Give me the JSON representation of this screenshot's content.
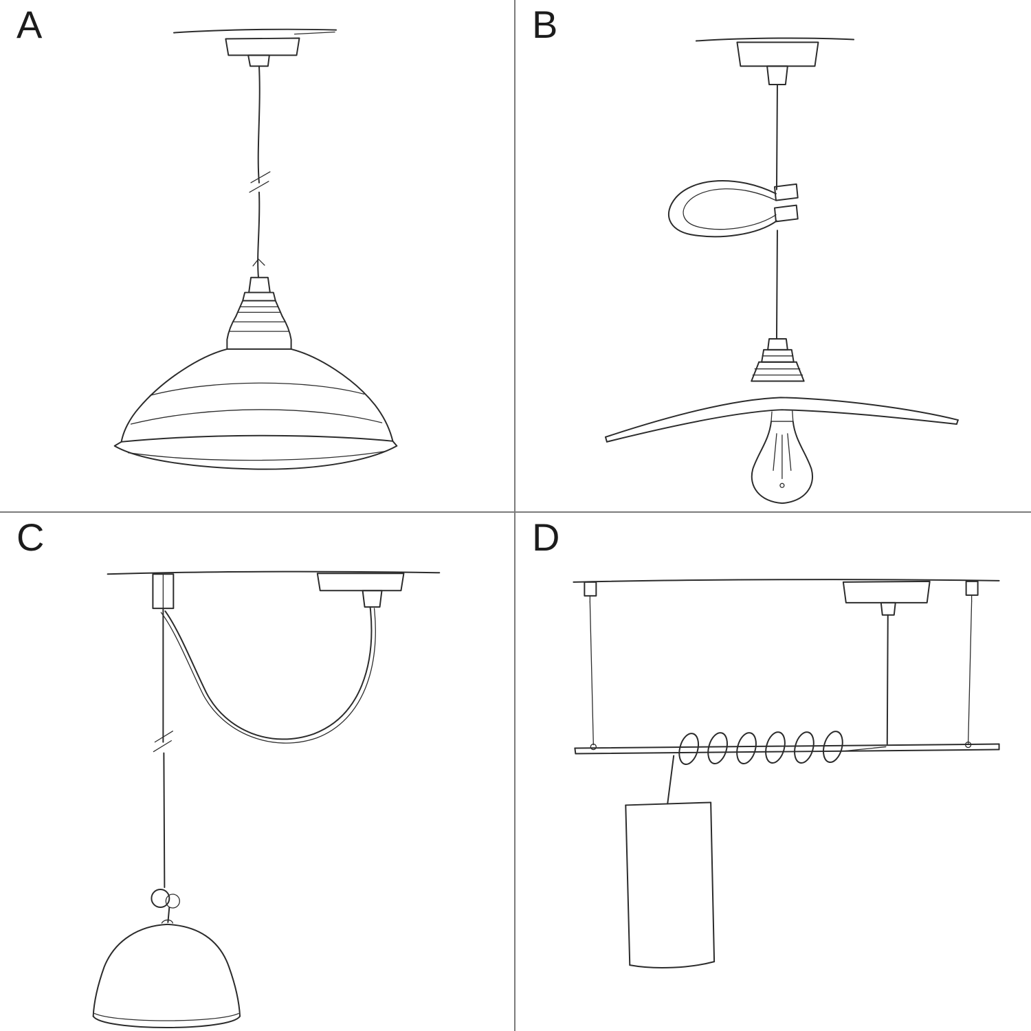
{
  "colors": {
    "background": "#ffffff",
    "ink": "#2b2b2b",
    "divider": "#7a7a7a"
  },
  "panels": [
    {
      "label": "A",
      "sketch": "pendant-lamp-straight-drop-with-industrial-bowl-shade"
    },
    {
      "label": "B",
      "sketch": "pendant-lamp-with-looped-cable-tie-flat-plate-shade-and-exposed-bulb"
    },
    {
      "label": "C",
      "sketch": "swag-pendant-lamp-with-wall-hook-knotted-cable-and-bell-shade"
    },
    {
      "label": "D",
      "sketch": "pendant-lamp-on-suspended-bar-with-coiled-cable-and-cylinder-shade"
    }
  ]
}
